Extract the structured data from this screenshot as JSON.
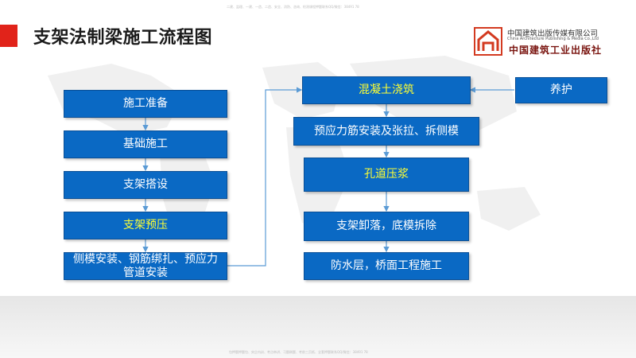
{
  "page": {
    "title": "支架法制梁施工流程图",
    "watermark_top": "二建、监理、一建、一造、二造、安全、消防、咨询、检测课程押题联系QQ/微信：38491 78",
    "watermark_bottom": "包押题押题包、央企内训、考点串讲、习题刷题、考前三页纸、全套押题联系QQ/微信：38491 78"
  },
  "logo": {
    "name_cn": "中国建筑出版传媒有限公司",
    "name_en": "China Architecture Publishing & Media Co.,Ltd",
    "calligraphy": "中国建筑工业出版社",
    "icon": "publisher-logo-icon"
  },
  "colors": {
    "box_fill": "#0a69c4",
    "highlight_text": "#ffff33",
    "normal_text": "#ffffff",
    "title_bar": "#e1231a"
  },
  "flow": {
    "left": [
      {
        "label": "施工准备",
        "highlight": false
      },
      {
        "label": "基础施工",
        "highlight": false
      },
      {
        "label": "支架搭设",
        "highlight": false
      },
      {
        "label": "支架预压",
        "highlight": true
      },
      {
        "label": "侧模安装、钢筋绑扎、预应力管道安装",
        "highlight": false
      }
    ],
    "right": [
      {
        "label": "混凝土浇筑",
        "highlight": true
      },
      {
        "label": "预应力筋安装及张拉、拆侧模",
        "highlight": false
      },
      {
        "label": "孔道压浆",
        "highlight": true
      },
      {
        "label": "支架卸落，底模拆除",
        "highlight": false
      },
      {
        "label": "防水层，桥面工程施工",
        "highlight": false
      }
    ],
    "side": {
      "label": "养护",
      "highlight": false
    }
  }
}
